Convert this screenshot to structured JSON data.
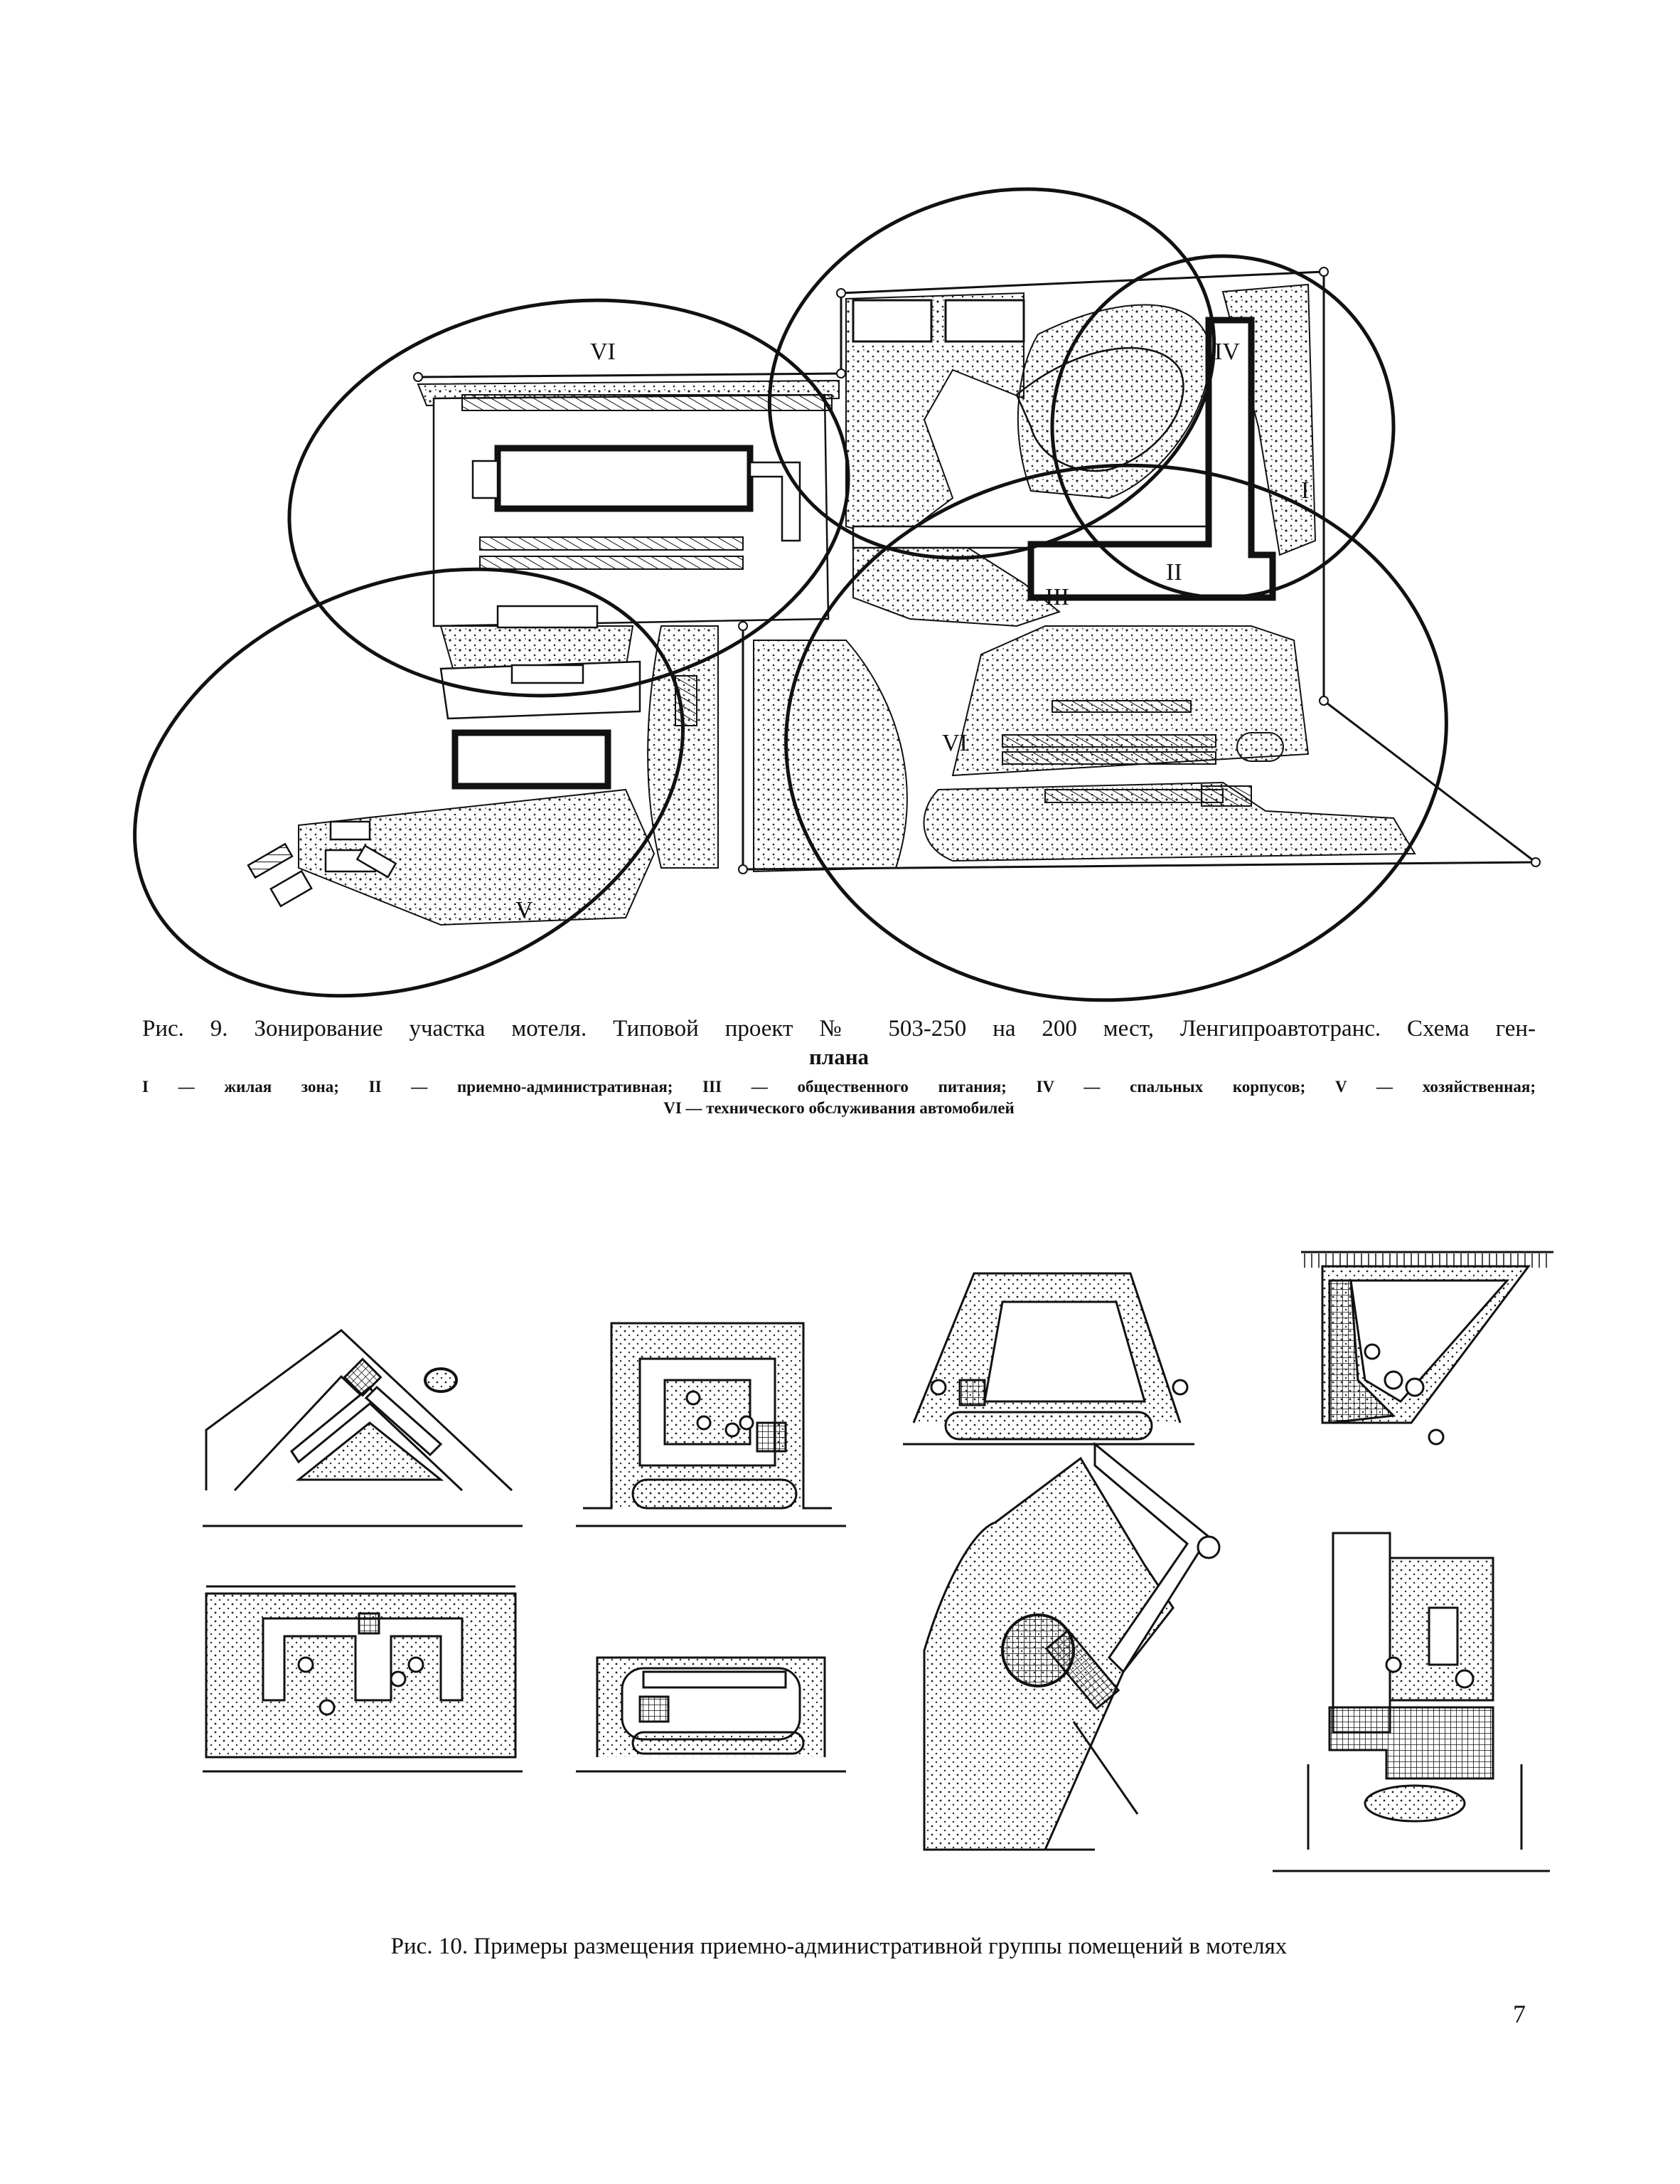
{
  "figure9": {
    "caption_title": "Рис. 9. Зонирование участка мотеля. Типовой проект № 503-250 на 200 мест, Ленгипроавтотранс.   Схема   ген-",
    "caption_cont": "плана",
    "legend_line1": "I — жилая зона;  II — приемно-административная;  III — общественного  питания;  IV — спальных  корпусов;     V — хозяйственная;",
    "legend_line2": "VI — технического обслуживания автомобилей",
    "zone_labels": {
      "top_left": "VI",
      "bottom_right": "VI",
      "bottom_left": "V",
      "zone_1": "I",
      "zone_2": "II",
      "zone_3": "III",
      "zone_4": "IV"
    }
  },
  "figure10": {
    "caption": "Рис. 10. Примеры размещения приемно-административной группы помещений в мотелях"
  },
  "page_number": "7"
}
